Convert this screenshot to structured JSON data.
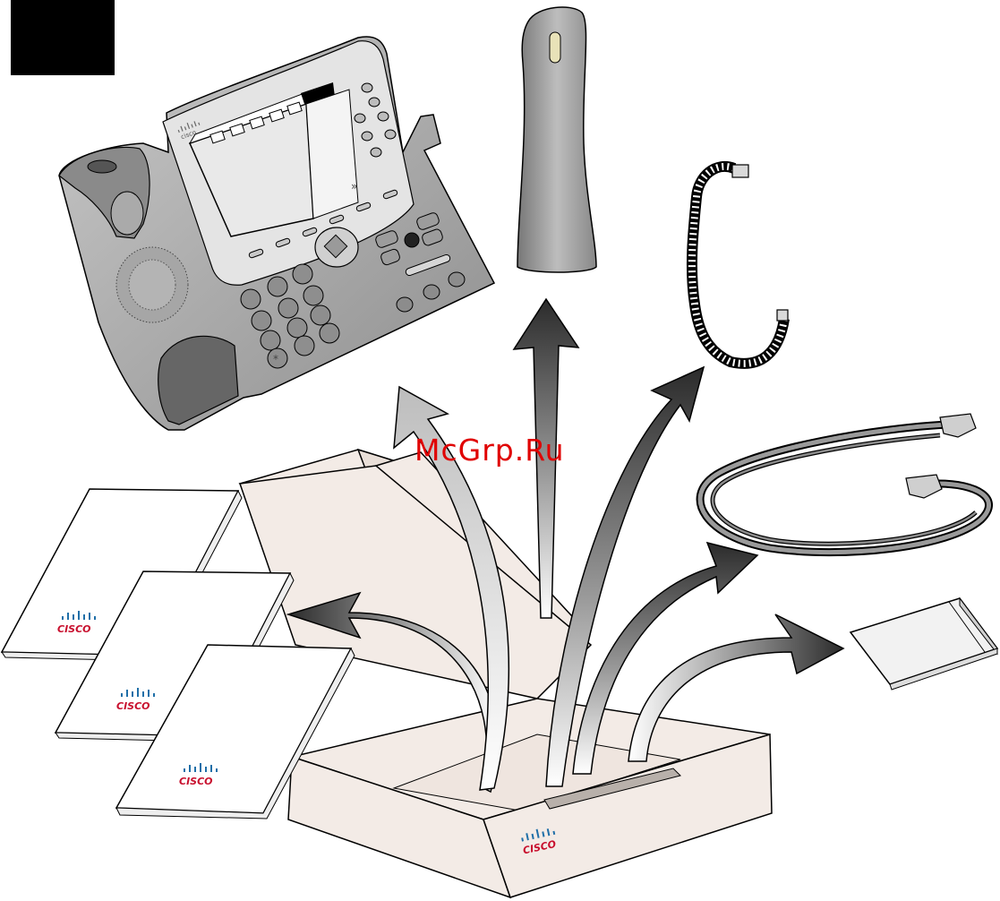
{
  "figure": {
    "watermark": "McGrp.Ru",
    "brand": "CISCO",
    "brand_lower": "cisco",
    "brand_color": "#c8102e",
    "box_color": "#f3ebe6",
    "arrow_dark": "#2b2b2b",
    "key_star": "*",
    "softkey_more": "»"
  }
}
